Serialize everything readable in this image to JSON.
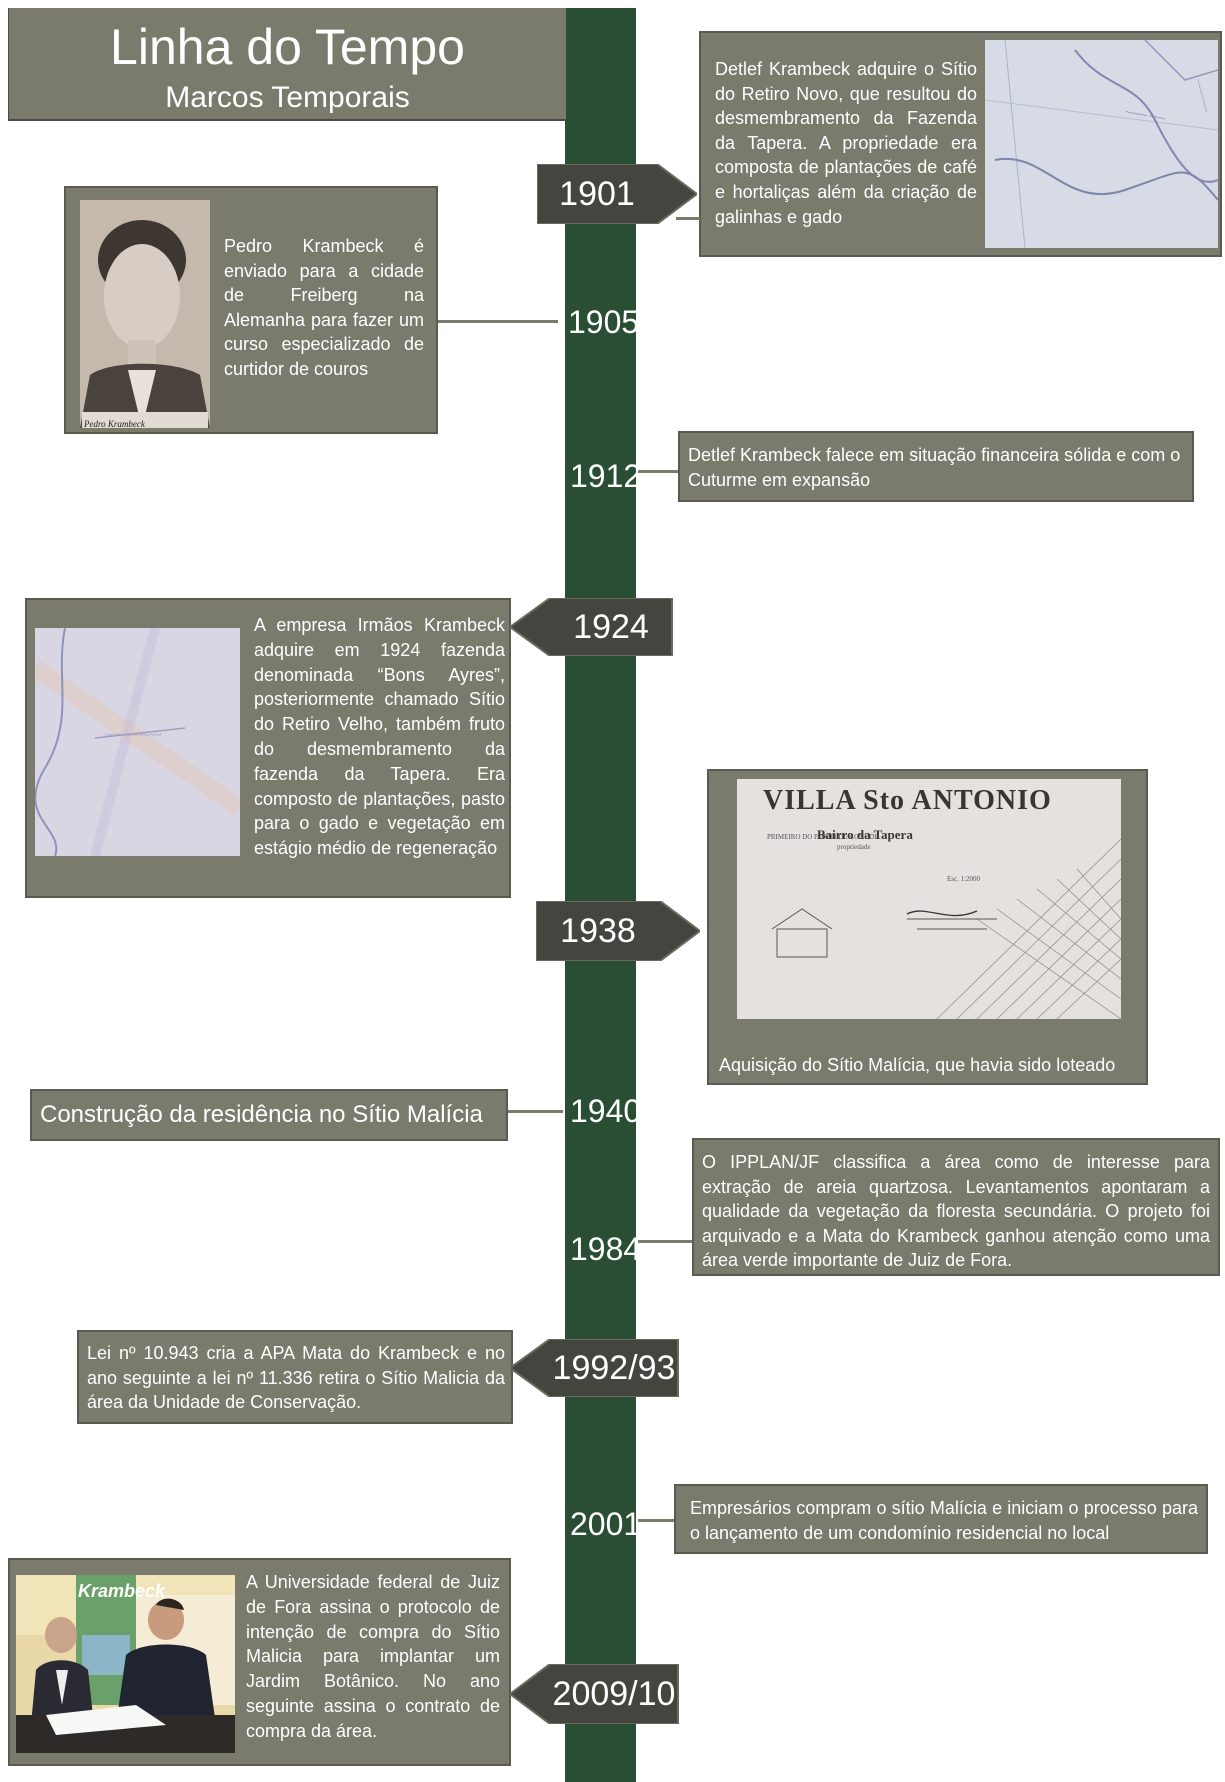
{
  "header": {
    "title": "Linha do Tempo",
    "subtitle": "Marcos Temporais"
  },
  "colors": {
    "spine": "#2a4e34",
    "box": "#7a7a6d",
    "flag": "#454540",
    "text": "#ffffff"
  },
  "events": [
    {
      "year": "1901",
      "text": "Detlef Krambeck adquire o Sítio do Retiro Novo, que resultou do desmembramento da Fazenda da Tapera. A propriedade era composta de plantações de café e hortaliças além da criação de galinhas e gado"
    },
    {
      "year": "1905",
      "text": "Pedro Krambeck é enviado para a cidade de Freiberg na Alemanha para fazer um curso especializado de curtidor de couros",
      "photo_caption": "Pedro Krambeck"
    },
    {
      "year": "1912",
      "text": "Detlef Krambeck falece em situação financeira sólida e com o Cuturme em expansão"
    },
    {
      "year": "1924",
      "text": "A empresa Irmãos Krambeck adquire em 1924 fazenda denominada “Bons Ayres”, posteriormente chamado Sítio do Retiro Velho, também fruto do desmembramento da fazenda da Tapera. Era composto de plantações, pasto para o gado e vegetação em estágio médio de regeneração"
    },
    {
      "year": "1938",
      "text": "Aquisição do Sítio Malícia, que havia sido loteado",
      "map_title": "VILLA Sto ANTONIO",
      "map_subtitle": "Bairro da Tapera"
    },
    {
      "year": "1940",
      "text": "Construção da residência no Sítio Malícia"
    },
    {
      "year": "1984",
      "text": "O IPPLAN/JF classifica a área como de interesse para extração de areia quartzosa. Levantamentos apontaram a qualidade da vegetação da floresta secundária. O projeto foi arquivado e a Mata do Krambeck ganhou atenção como uma área verde importante de Juiz de Fora."
    },
    {
      "year": "1992/93",
      "text": "Lei nº 10.943 cria a APA Mata do Krambeck e no ano seguinte a lei nº 11.336 retira o Sítio Malicia da área da Unidade de Conservação."
    },
    {
      "year": "2001",
      "text": "Empresários compram o sítio Malícia e iniciam o processo para o lançamento de um condomínio residencial no local"
    },
    {
      "year": "2009/10",
      "text": "A Universidade federal de Juiz de Fora assina o protocolo de intenção de compra do Sítio Malicia para implantar um Jardim Botânico. No ano seguinte assina o contrato de compra da área.",
      "banner_text": "Krambeck"
    }
  ]
}
